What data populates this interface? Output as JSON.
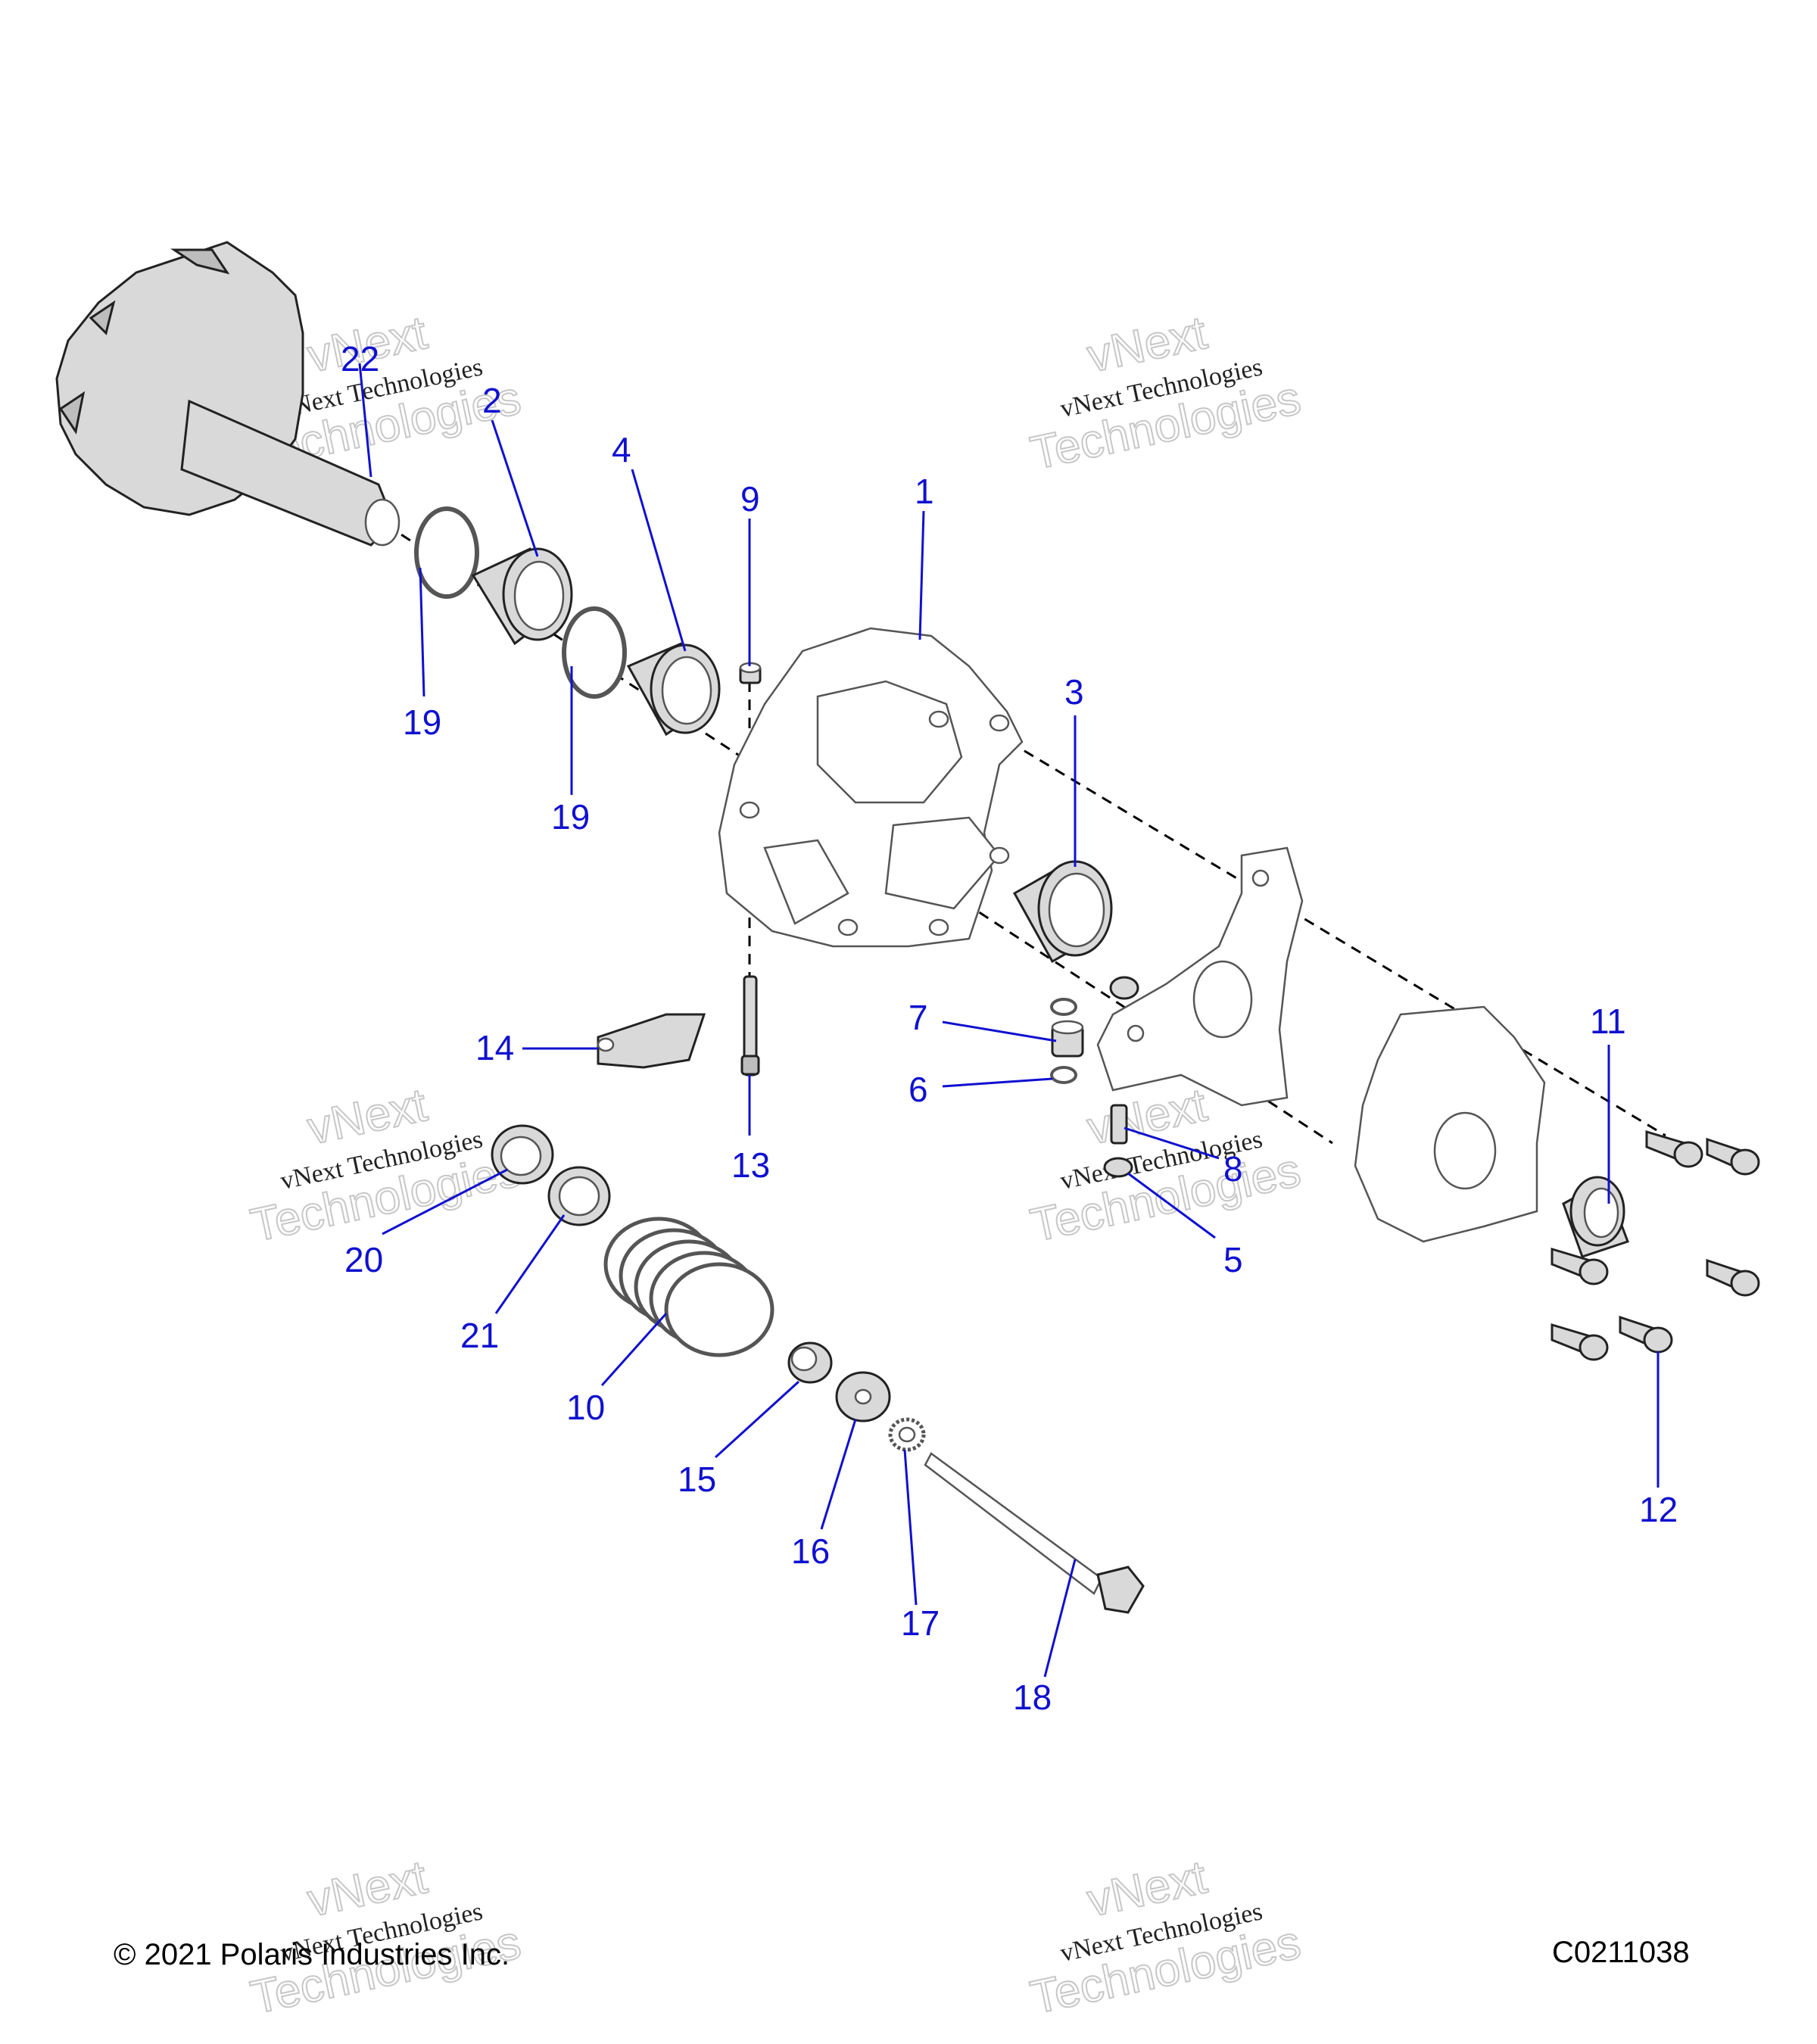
{
  "footer": {
    "copyright": "© 2021 Polaris Industries Inc.",
    "drawing_code": "C0211038"
  },
  "watermark": {
    "line1": "vNext",
    "line2": "vNext Technologies",
    "line3": "Technologies"
  },
  "callouts": {
    "p1": "1",
    "p2": "2",
    "p3": "3",
    "p4": "4",
    "p5": "5",
    "p6": "6",
    "p7": "7",
    "p8": "8",
    "p9": "9",
    "p10": "10",
    "p11": "11",
    "p12": "12",
    "p13": "13",
    "p14": "14",
    "p15": "15",
    "p16": "16",
    "p17": "17",
    "p18": "18",
    "p19a": "19",
    "p19b": "19",
    "p20": "20",
    "p21": "21",
    "p22": "22"
  },
  "colors": {
    "callout": "#1010d0",
    "part_fill": "#d9d9d9",
    "line": "#000000"
  }
}
